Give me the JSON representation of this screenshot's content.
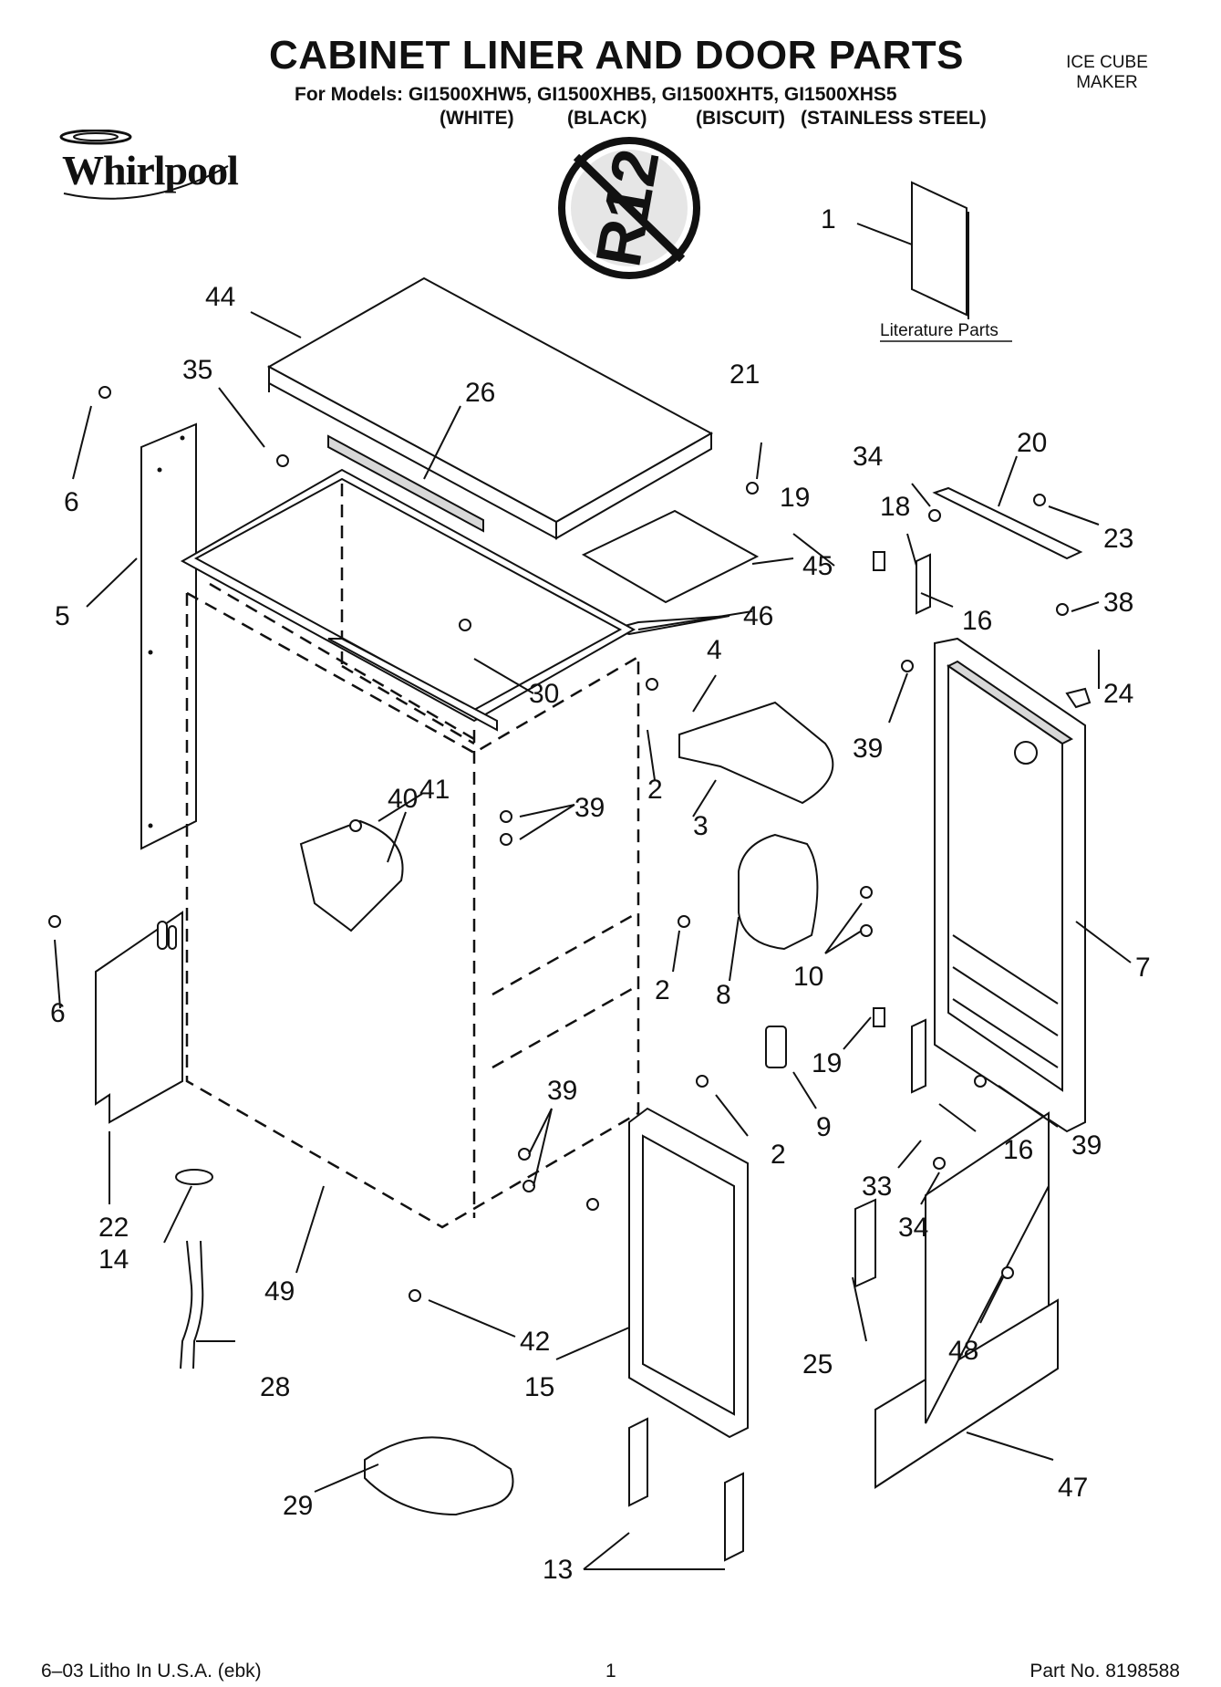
{
  "header": {
    "title": "CABINET LINER AND DOOR PARTS",
    "models": "For Models: GI1500XHW5, GI1500XHB5, GI1500XHT5, GI1500XHS5",
    "variants": [
      "(WHITE)",
      "(BLACK)",
      "(BISCUIT)",
      "(STAINLESS STEEL)"
    ],
    "category": [
      "ICE CUBE",
      "MAKER"
    ]
  },
  "brand": {
    "name": "Whirlpool"
  },
  "badge": {
    "text": "R12"
  },
  "literature": {
    "label": "Literature Parts"
  },
  "callouts": [
    "1",
    "44",
    "35",
    "26",
    "21",
    "34",
    "20",
    "6",
    "19",
    "18",
    "23",
    "5",
    "45",
    "16",
    "38",
    "46",
    "4",
    "30",
    "24",
    "39",
    "2",
    "41",
    "39",
    "3",
    "40",
    "6",
    "10",
    "2",
    "8",
    "7",
    "19",
    "39",
    "9",
    "2",
    "16",
    "39",
    "22",
    "33",
    "14",
    "34",
    "49",
    "42",
    "25",
    "48",
    "15",
    "28",
    "47",
    "29",
    "13"
  ],
  "footer": {
    "left": "6–03 Litho In U.S.A. (ebk)",
    "page": "1",
    "part": "Part No. 8198588"
  }
}
